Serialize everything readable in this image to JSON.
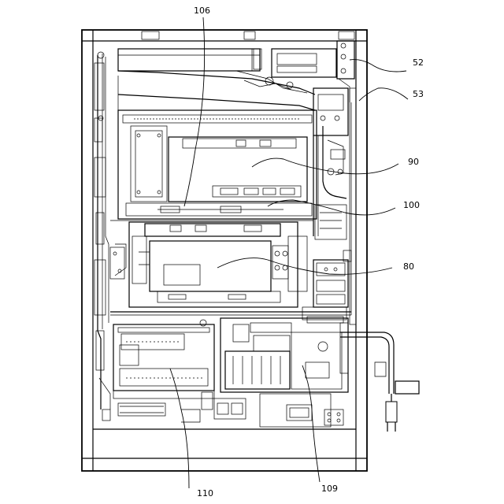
{
  "figure": {
    "reference_labels": [
      {
        "id": "106",
        "text": "106"
      },
      {
        "id": "52",
        "text": "52"
      },
      {
        "id": "53",
        "text": "53"
      },
      {
        "id": "90",
        "text": "90"
      },
      {
        "id": "100",
        "text": "100"
      },
      {
        "id": "80",
        "text": "80"
      },
      {
        "id": "110",
        "text": "110"
      },
      {
        "id": "109",
        "text": "109"
      }
    ]
  }
}
